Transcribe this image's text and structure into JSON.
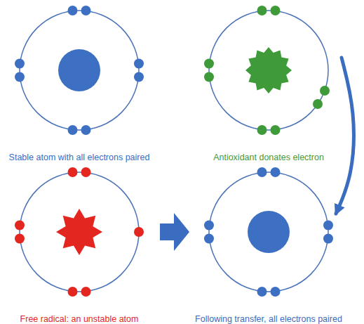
{
  "diagram": {
    "nodes": [
      {
        "text": [
          "Stable atom with all electrons paired"
        ]
      },
      {
        "text": [
          "Antioxidant donates electron"
        ]
      },
      {
        "text": [
          "Free radical: an unstable atom"
        ]
      },
      {
        "text": [
          "Following transfer, all electrons paired"
        ]
      }
    ],
    "edges": [
      {
        "from": 1,
        "to": 3,
        "arrow": "to"
      },
      {
        "from": 2,
        "to": 3,
        "arrow": "to"
      }
    ]
  }
}
